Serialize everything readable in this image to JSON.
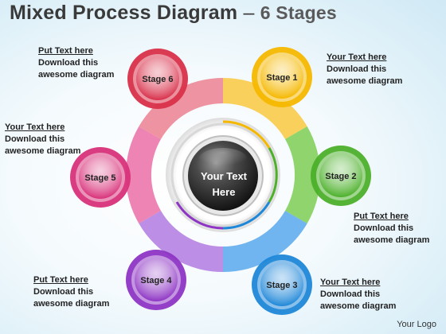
{
  "title": {
    "main": "Mixed Process Diagram",
    "dash": "–",
    "sub": "6 Stages"
  },
  "center": {
    "line1": "Your Text",
    "line2": "Here"
  },
  "stages": [
    {
      "label": "Stage 1",
      "color": "#f5b800"
    },
    {
      "label": "Stage 2",
      "color": "#4cb02a"
    },
    {
      "label": "Stage 3",
      "color": "#1f87d8"
    },
    {
      "label": "Stage 4",
      "color": "#8e35c4"
    },
    {
      "label": "Stage 5",
      "color": "#d8327a"
    },
    {
      "label": "Stage 6",
      "color": "#d8304a"
    }
  ],
  "notes": [
    {
      "heading": "Your Text  here",
      "line1": "Download this",
      "line2": "awesome diagram"
    },
    {
      "heading": "Put Text  here",
      "line1": "Download this",
      "line2": "awesome diagram"
    },
    {
      "heading": "Your Text  here",
      "line1": "Download this",
      "line2": "awesome diagram"
    },
    {
      "heading": "Put Text  here",
      "line1": "Download this",
      "line2": "awesome diagram"
    },
    {
      "heading": "Your Text  here",
      "line1": "Download this",
      "line2": "awesome diagram"
    },
    {
      "heading": "Put Text  here",
      "line1": "Download this",
      "line2": "awesome diagram"
    }
  ],
  "logo": "Your Logo"
}
